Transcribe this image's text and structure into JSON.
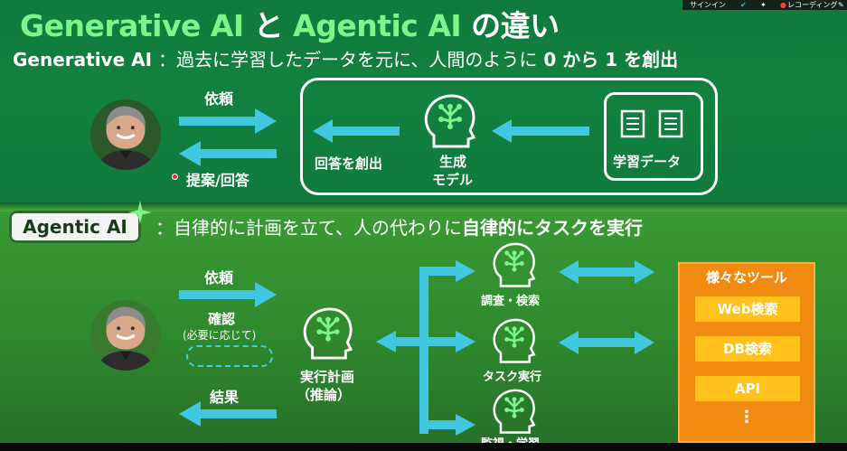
{
  "title": {
    "part1": "Generative AI",
    "part2": " と ",
    "part3": "Agentic AI",
    "part4": " の違い"
  },
  "topbar": {
    "signin": "サインイン",
    "recording": "レコーディング"
  },
  "generative": {
    "tag": "Generative AI",
    "desc": "：過去に学習したデータを元に、人間のように",
    "emphasis": "0 から 1 を創出",
    "request_label": "依頼",
    "response_label": "提案/回答",
    "output_label": "回答を創出",
    "model_label_line1": "生成",
    "model_label_line2": "モデル",
    "data_label": "学習データ"
  },
  "agentic": {
    "tag": "Agentic AI",
    "desc": "：自律的に計画を立て、人の代わりに",
    "emphasis": "自律的にタスクを実行",
    "request_label": "依頼",
    "confirm_label": "確認",
    "confirm_note": "(必要に応じて)",
    "result_label": "結果",
    "plan_label_line1": "実行計画",
    "plan_label_line2": "（推論）",
    "agent1_label": "調査・検索",
    "agent2_label": "タスク実行",
    "agent3_label": "監視・学習",
    "tools_title": "様々なツール",
    "tools": [
      "Web検索",
      "DB検索",
      "API"
    ],
    "tools_more": "⋮"
  },
  "colors": {
    "arrow_cyan": "#3fc8e0",
    "accent_green": "#7cf58a",
    "tools_orange": "#f08a10",
    "tool_yellow": "#ffc21a"
  }
}
